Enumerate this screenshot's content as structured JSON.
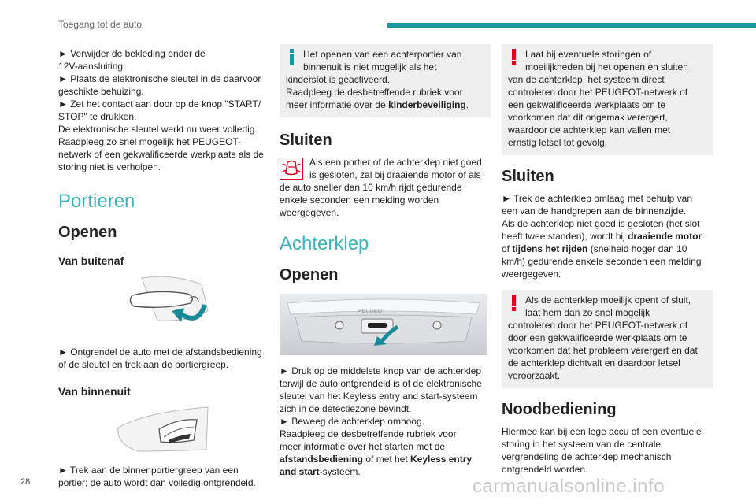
{
  "header": {
    "title": "Toegang tot de auto"
  },
  "page_number": "28",
  "watermark": "carmanualsonline.info",
  "colors": {
    "accent": "#1a9aa0",
    "heading": "#3bb3b8",
    "info": "#1a9aa0",
    "warning": "#e3001b",
    "note_bg": "#efefef"
  },
  "col1": {
    "intro": {
      "l1": "► Verwijder de bekleding onder de",
      "l2": "12V-aansluiting.",
      "l3": "► Plaats de elektronische sleutel in de daarvoor",
      "l4": "geschikte behuizing.",
      "l5": "► Zet het contact aan door op de knop \"START/",
      "l6": "STOP\" te drukken.",
      "l7": "De elektronische sleutel werkt nu weer volledig.",
      "l8": "Raadpleeg zo snel mogelijk het PEUGEOT-",
      "l9": "netwerk of een gekwalificeerde werkplaats als de",
      "l10": "storing niet is verholpen."
    },
    "section_title": "Portieren",
    "open_title": "Openen",
    "outside_title": "Van buitenaf",
    "outside_text": {
      "l1": "► Ontgrendel de auto met de afstandsbediening",
      "l2": "of de sleutel en trek aan de portiergreep."
    },
    "inside_title": "Van binnenuit",
    "inside_text": {
      "l1": "► Trek aan de binnenportiergreep van een",
      "l2": "portier; de auto wordt dan volledig ontgrendeld."
    }
  },
  "col2": {
    "info_note": {
      "l1": "Het openen van een achterportier van",
      "l2": "binnenuit is niet mogelijk als het",
      "l3": "kinderslot is geactiveerd.",
      "l4": "Raadpleeg de desbetreffende rubriek voor",
      "l5_pre": "meer informatie over de ",
      "l5_bold": "kinderbeveiliging",
      "l5_post": "."
    },
    "close_title": "Sluiten",
    "close_text": {
      "l1": "Als een portier of de achterklep niet goed",
      "l2": "is gesloten, zal bij draaiende motor of als",
      "l3": "de auto sneller dan 10 km/h rijdt gedurende",
      "l4": "enkele seconden een melding worden",
      "l5": "weergegeven."
    },
    "section_title": "Achterklep",
    "open_title": "Openen",
    "tailgate_badge": "PEUGEOT",
    "open_text": {
      "l1": "► Druk op de middelste knop van de achterklep",
      "l2": "terwijl de auto ontgrendeld is of de elektronische",
      "l3": "sleutel van het Keyless entry and start-systeem",
      "l4": "zich in de detectiezone bevindt.",
      "l5": "► Beweeg de achterklep omhoog.",
      "l6": "Raadpleeg de desbetreffende rubriek voor",
      "l7": "meer informatie over het starten met de",
      "l8_bold1": "afstandsbediening",
      "l8_mid": " of met het ",
      "l8_bold2": "Keyless entry",
      "l9_bold": "and start",
      "l9_post": "-systeem."
    }
  },
  "col3": {
    "warn1": {
      "l1": "Laat bij eventuele storingen of",
      "l2": "moeilijkheden bij het openen en sluiten",
      "l3": "van de achterklep, het systeem direct",
      "l4": "controleren door het PEUGEOT-netwerk of",
      "l5": "een gekwalificeerde werkplaats om te",
      "l6": "voorkomen dat dit ongemak verergert,",
      "l7": "waardoor de achterklep kan vallen met",
      "l8": "ernstig letsel tot gevolg."
    },
    "close_title": "Sluiten",
    "close_text": {
      "l1": "► Trek de achterklep omlaag met behulp van",
      "l2": "een van de handgrepen aan de binnenzijde.",
      "l3": "Als de achterklep niet goed is gesloten (het slot",
      "l4_pre": "heeft twee standen), wordt bij ",
      "l4_bold": "draaiende motor",
      "l5_pre": "of ",
      "l5_bold": "tijdens het rijden",
      "l5_post": " (snelheid hoger dan 10",
      "l6": "km/h) gedurende enkele seconden een melding",
      "l7": "weergegeven."
    },
    "warn2": {
      "l1": "Als de achterklep moeilijk opent of sluit,",
      "l2": "laat hem dan zo snel mogelijk",
      "l3": "controleren door het PEUGEOT-netwerk of",
      "l4": "door een gekwalificeerde werkplaats om te",
      "l5": "voorkomen dat het probleem verergert en dat",
      "l6": "de achterklep dichtvalt en daardoor letsel",
      "l7": "veroorzaakt."
    },
    "emergency_title": "Noodbediening",
    "emergency_text": {
      "l1": "Hiermee kan bij een lege accu of een eventuele",
      "l2": "storing in het systeem van de centrale",
      "l3": "vergrendeling de achterklep mechanisch",
      "l4": "ontgrendeld worden."
    }
  }
}
